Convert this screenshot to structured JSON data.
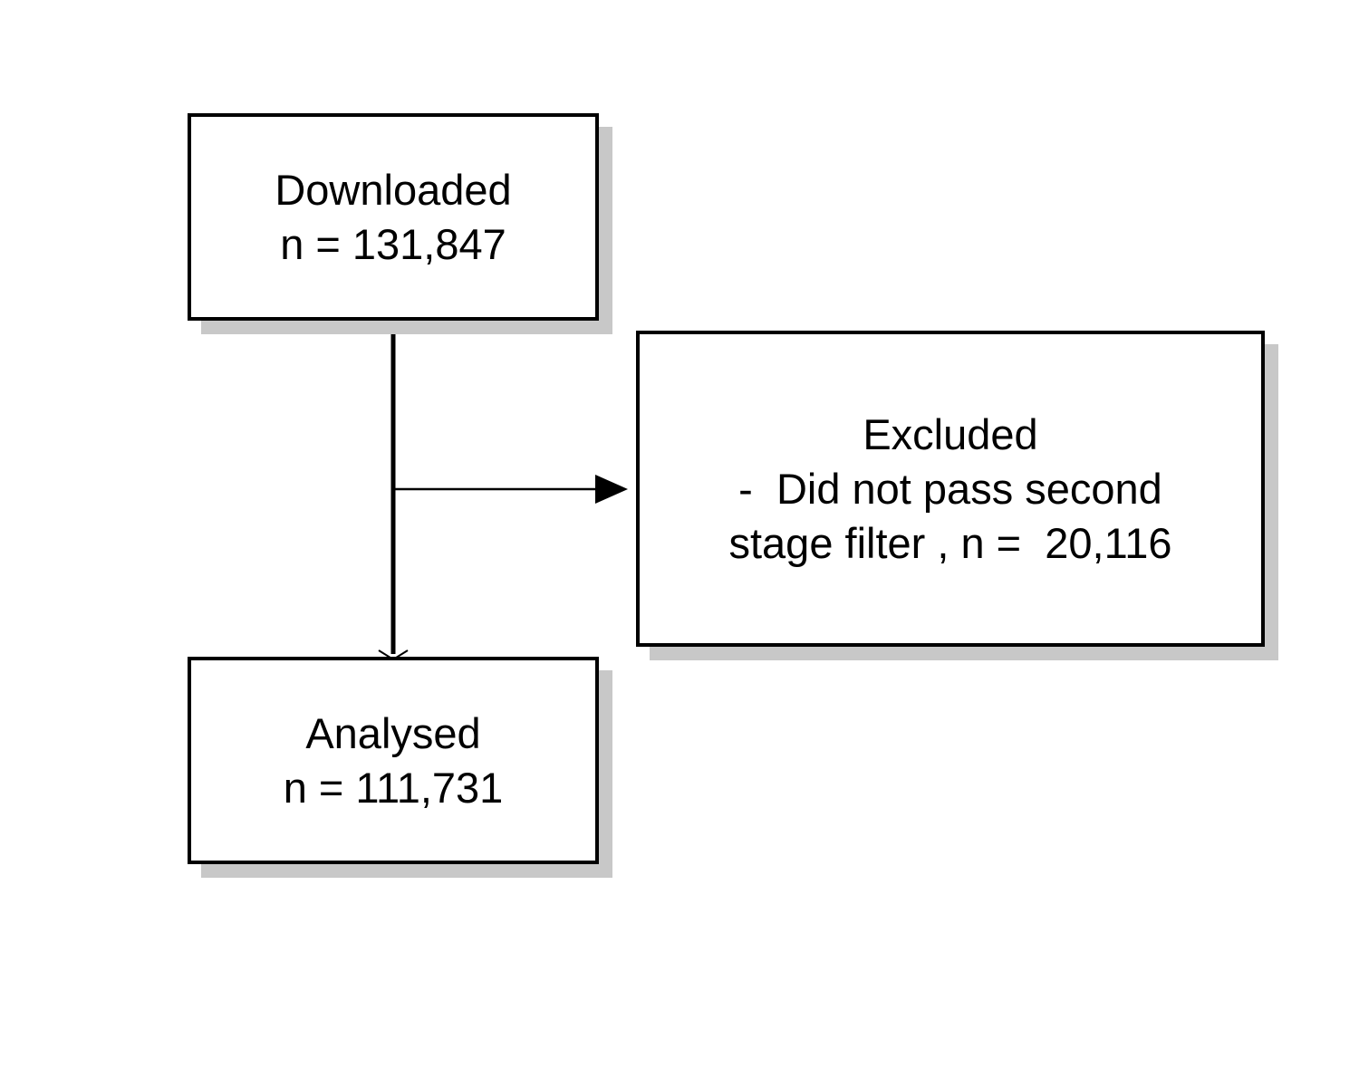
{
  "flowchart": {
    "downloaded": {
      "label": "Downloaded",
      "count": "n = 131,847"
    },
    "excluded": {
      "label": "Excluded",
      "reason_line1": "-  Did not pass second",
      "reason_line2": "stage filter , n =  20,116"
    },
    "analysed": {
      "label": "Analysed",
      "count": "n = 111,731"
    }
  },
  "colors": {
    "border": "#000000",
    "shadow": "#c8c8c8",
    "background": "#ffffff"
  }
}
